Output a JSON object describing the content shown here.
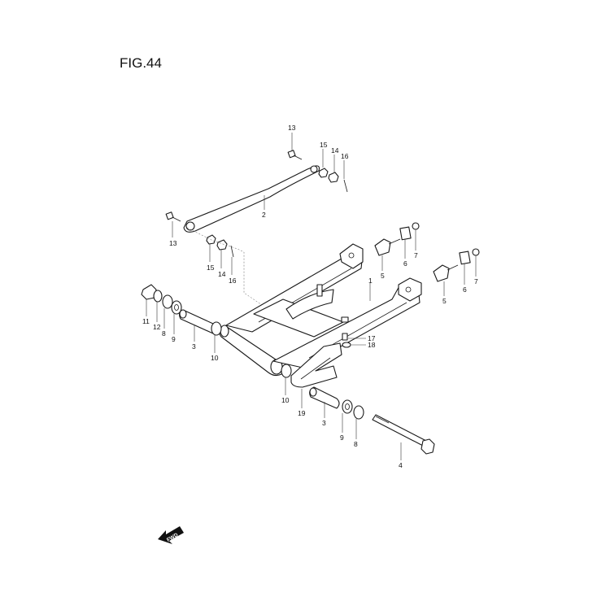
{
  "figure": {
    "title": "FIG.44"
  },
  "fwd_badge": {
    "label": "FWD"
  },
  "callouts": [
    {
      "id": "c-13-top",
      "label": "13"
    },
    {
      "id": "c-15-top",
      "label": "15"
    },
    {
      "id": "c-14-top",
      "label": "14"
    },
    {
      "id": "c-16-top",
      "label": "16"
    },
    {
      "id": "c-2",
      "label": "2"
    },
    {
      "id": "c-13-left",
      "label": "13"
    },
    {
      "id": "c-15-mid",
      "label": "15"
    },
    {
      "id": "c-14-mid",
      "label": "14"
    },
    {
      "id": "c-16-mid",
      "label": "16"
    },
    {
      "id": "c-5-left",
      "label": "5"
    },
    {
      "id": "c-6-left",
      "label": "6"
    },
    {
      "id": "c-7-left",
      "label": "7"
    },
    {
      "id": "c-1",
      "label": "1"
    },
    {
      "id": "c-5-right",
      "label": "5"
    },
    {
      "id": "c-6-right",
      "label": "6"
    },
    {
      "id": "c-7-right",
      "label": "7"
    },
    {
      "id": "c-11",
      "label": "11"
    },
    {
      "id": "c-12",
      "label": "12"
    },
    {
      "id": "c-8-left",
      "label": "8"
    },
    {
      "id": "c-9-left",
      "label": "9"
    },
    {
      "id": "c-3-left",
      "label": "3"
    },
    {
      "id": "c-10-left",
      "label": "10"
    },
    {
      "id": "c-17",
      "label": "17"
    },
    {
      "id": "c-18",
      "label": "18"
    },
    {
      "id": "c-10-bottom",
      "label": "10"
    },
    {
      "id": "c-19",
      "label": "19"
    },
    {
      "id": "c-3-bottom",
      "label": "3"
    },
    {
      "id": "c-9-bottom",
      "label": "9"
    },
    {
      "id": "c-8-bottom",
      "label": "8"
    },
    {
      "id": "c-4",
      "label": "4"
    }
  ]
}
